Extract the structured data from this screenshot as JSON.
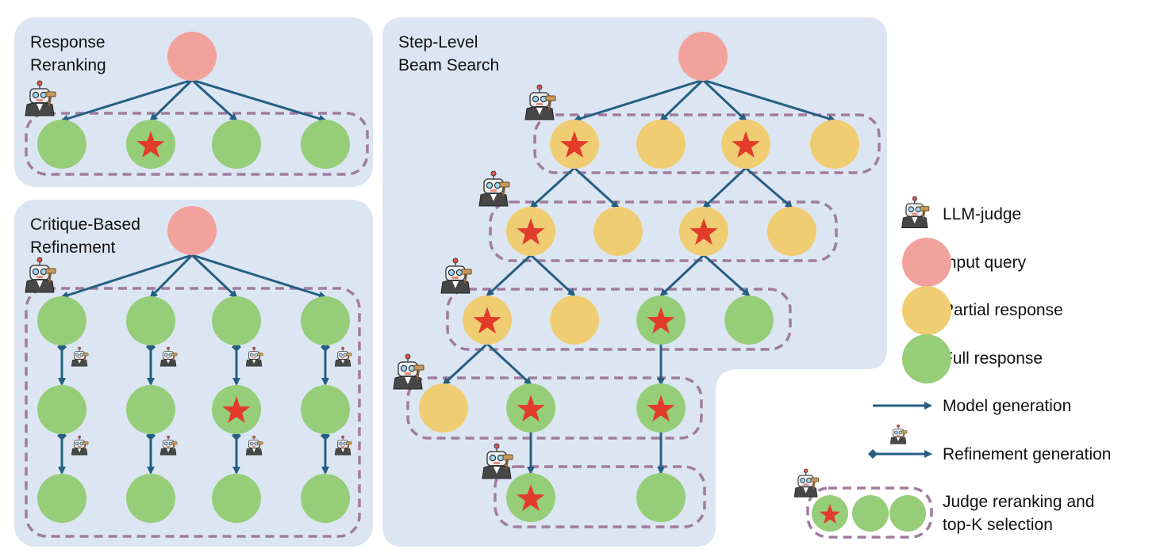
{
  "colors": {
    "panel_bg": "#dce6f3",
    "input_query": "#f2a29d",
    "partial_response": "#f0cd72",
    "full_response": "#96cd79",
    "star": "#e23a2b",
    "arrow": "#255e82",
    "dashed_box": "#a07c9c"
  },
  "panels": {
    "reranking": {
      "title_line1": "Response",
      "title_line2": "Reranking"
    },
    "critique": {
      "title_line1": "Critique-Based",
      "title_line2": "Refinement"
    },
    "beam": {
      "title_line1": "Step-Level",
      "title_line2": "Beam Search"
    }
  },
  "legend": {
    "llm_judge": "LLM-judge",
    "input_query": "Input query",
    "partial_response": "Partial response",
    "full_response": "Full response",
    "model_generation": "Model generation",
    "refinement_generation": "Refinement generation",
    "judge_reranking_line1": "Judge reranking and",
    "judge_reranking_line2": "top-K selection"
  },
  "icons": {
    "judge": "robot-judge-icon",
    "star": "star-icon"
  }
}
